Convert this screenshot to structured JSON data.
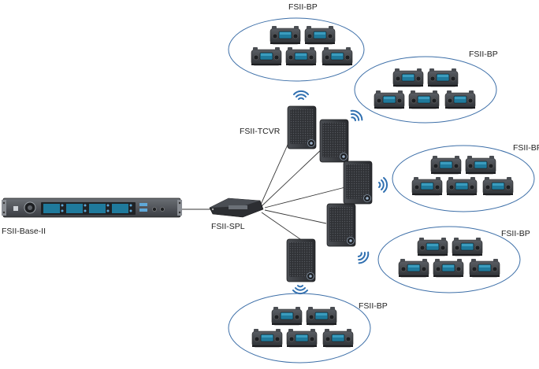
{
  "labels": {
    "base": "FSII-Base-II",
    "splitter": "FSII-SPL",
    "transceiver": "FSII-TCVR",
    "beltpack": "FSII-BP"
  },
  "clusters": [
    {
      "label": "FSII-BP",
      "beltpacks": 5
    },
    {
      "label": "FSII-BP",
      "beltpacks": 5
    },
    {
      "label": "FSII-BP",
      "beltpacks": 5
    },
    {
      "label": "FSII-BP",
      "beltpacks": 5
    },
    {
      "label": "FSII-BP",
      "beltpacks": 5
    }
  ],
  "transceiver_count": 5,
  "colors": {
    "cluster_outline": "#3d6fa8",
    "wifi_waves": "#2f6fb0",
    "cable": "#333333",
    "device_body": "#3c3f44",
    "lcd_screen": "#1f7a9c"
  },
  "icons": {
    "base": "rack-unit-base-station-icon",
    "splitter": "splitter-hub-icon",
    "transceiver": "transceiver-icon",
    "beltpack": "beltpack-icon",
    "wireless": "wifi-waves-icon"
  }
}
